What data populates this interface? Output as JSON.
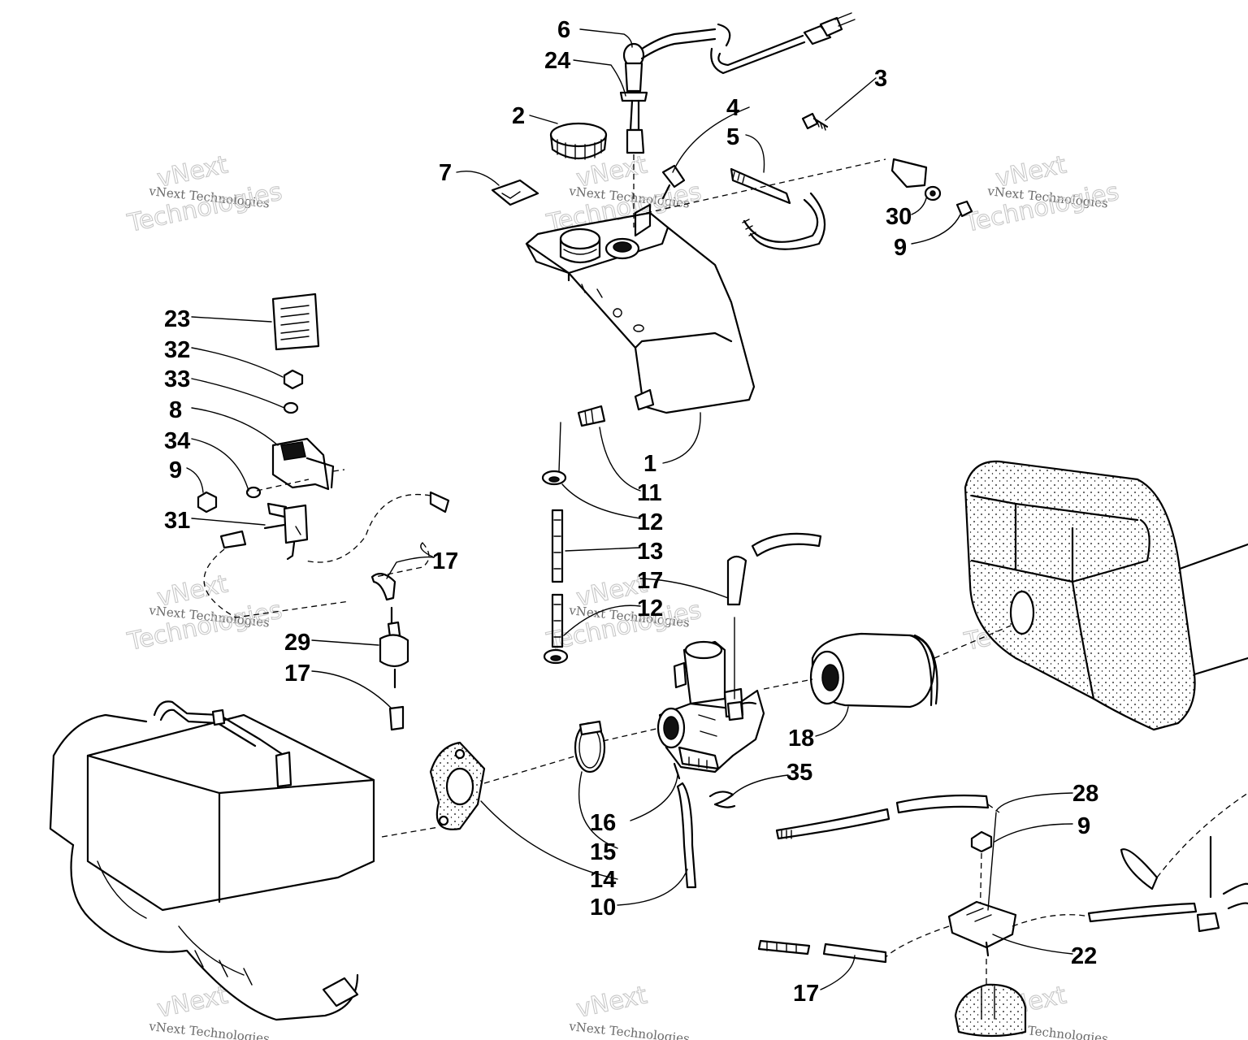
{
  "watermark": {
    "line1": "vNext",
    "line2": "vNext Technologies",
    "line3": "Technologies"
  },
  "callouts": {
    "c1": "1",
    "c2": "2",
    "c3": "3",
    "c4": "4",
    "c5": "5",
    "c6": "6",
    "c7": "7",
    "c8": "8",
    "c9a": "9",
    "c9b": "9",
    "c9c": "9",
    "c10": "10",
    "c11": "11",
    "c12a": "12",
    "c12b": "12",
    "c13": "13",
    "c14": "14",
    "c15": "15",
    "c16": "16",
    "c17a": "17",
    "c17b": "17",
    "c17c": "17",
    "c17d": "17",
    "c18": "18",
    "c22": "22",
    "c23": "23",
    "c24": "24",
    "c28": "28",
    "c29": "29",
    "c30": "30",
    "c31": "31",
    "c32": "32",
    "c33": "33",
    "c34": "34",
    "c35": "35"
  }
}
